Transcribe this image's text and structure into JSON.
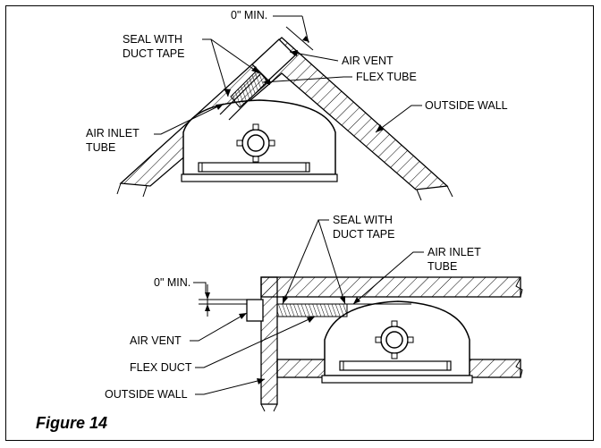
{
  "figure_title": "Figure 14",
  "top_view": {
    "clearance_label": "0\" MIN.",
    "seal_label_1": "SEAL WITH",
    "seal_label_2": "DUCT TAPE",
    "air_vent_label": "AIR VENT",
    "flex_tube_label": "FLEX TUBE",
    "outside_wall_label": "OUTSIDE WALL",
    "air_inlet_label_1": "AIR INLET",
    "air_inlet_label_2": "TUBE"
  },
  "bottom_view": {
    "seal_label_1": "SEAL WITH",
    "seal_label_2": "DUCT TAPE",
    "air_inlet_label_1": "AIR INLET",
    "air_inlet_label_2": "TUBE",
    "clearance_label": "0\" MIN.",
    "air_vent_label": "AIR VENT",
    "flex_duct_label": "FLEX DUCT",
    "outside_wall_label": "OUTSIDE WALL"
  }
}
